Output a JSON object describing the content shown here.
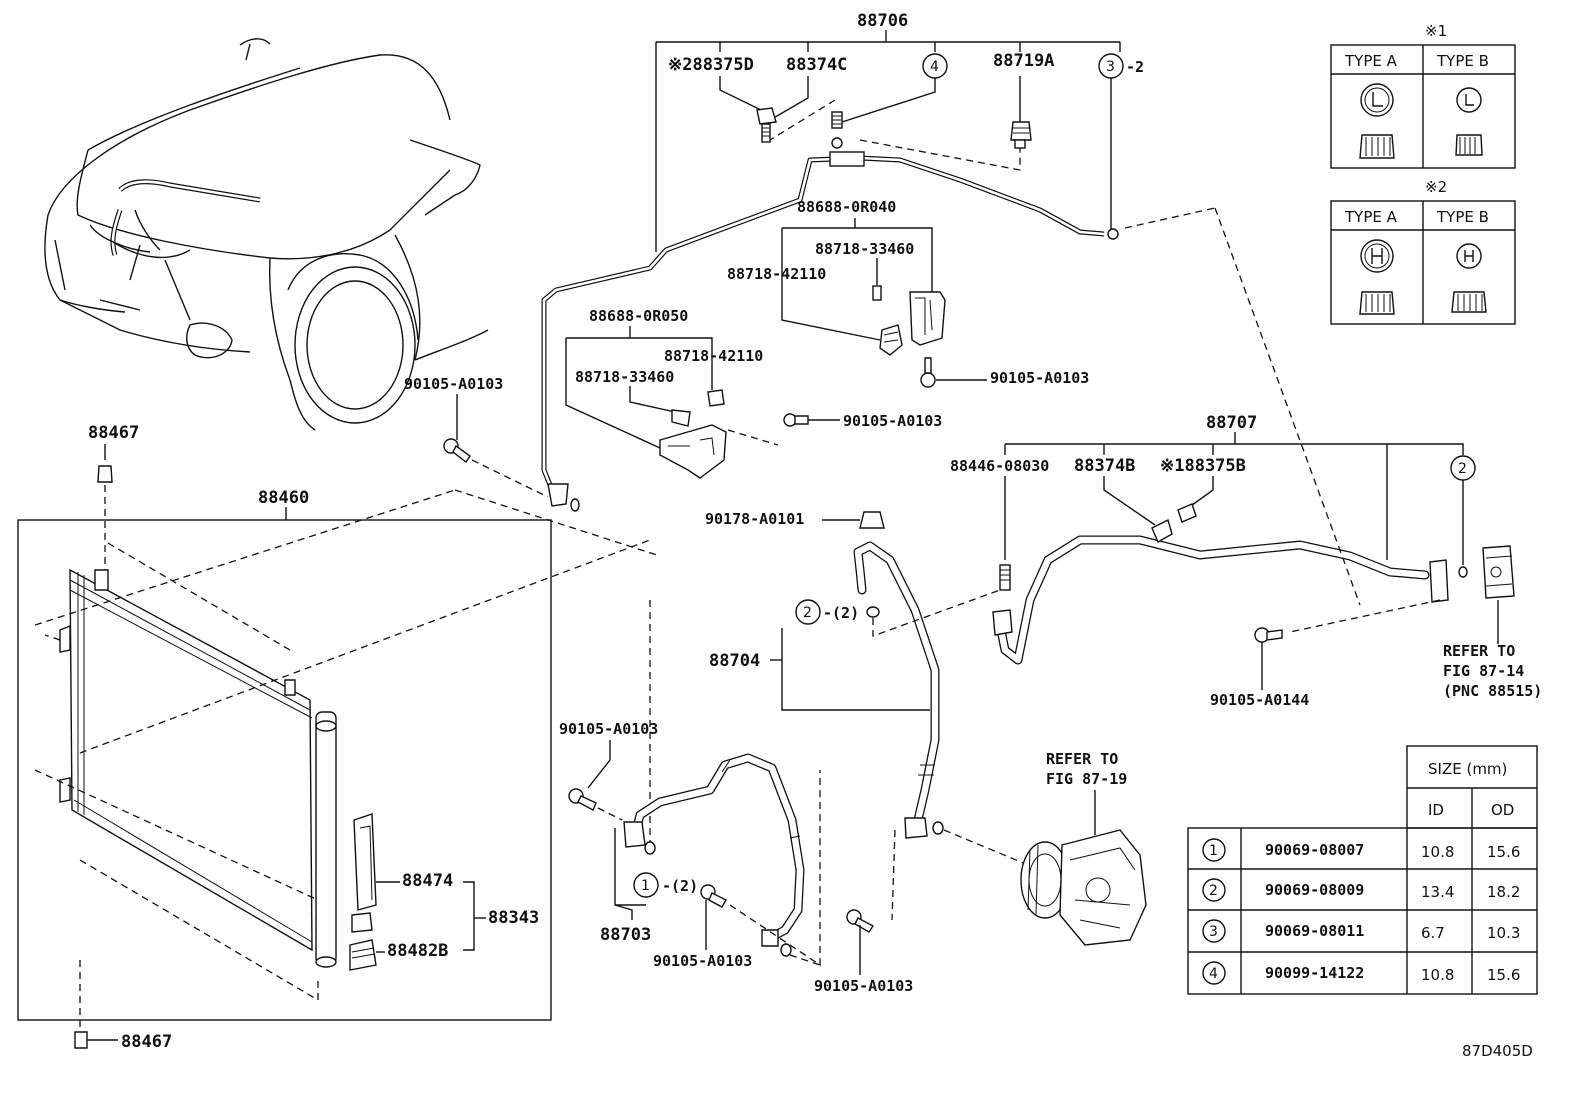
{
  "labels": {
    "p88706": "88706",
    "p88375D": "※288375D",
    "p88374C": "88374C",
    "p88719A": "88719A",
    "c4_top": "4",
    "c3_top": "3",
    "c3_top_qty": "-2",
    "p88688_0R040": "88688-0R040",
    "p88718_33460_a": "88718-33460",
    "p88718_42110_a": "88718-42110",
    "p90105_A0103_a": "90105-A0103",
    "p88688_0R050": "88688-0R050",
    "p88718_42110_b": "88718-42110",
    "p88718_33460_b": "88718-33460",
    "p90105_A0103_b": "90105-A0103",
    "p90105_A0103_c": "90105-A0103",
    "p88467_top": "88467",
    "p88460": "88460",
    "p88707": "88707",
    "p88446_08030": "88446-08030",
    "p88374B": "88374B",
    "p88375B": "※188375B",
    "c2_right": "2",
    "p90178_A0101": "90178-A0101",
    "c2_mid": "2",
    "c2_mid_qty": "-(2)",
    "p88704": "88704",
    "p90105_A0144": "90105-A0144",
    "refer_14_a": "REFER TO",
    "refer_14_b": "FIG 87-14",
    "refer_14_c": "(PNC 88515)",
    "refer_19_a": "REFER TO",
    "refer_19_b": "FIG 87-19",
    "p90105_A0103_d": "90105-A0103",
    "c1_left": "1",
    "c1_left_qty": "-(2)",
    "p88703": "88703",
    "p90105_A0103_e": "90105-A0103",
    "p90105_A0103_f": "90105-A0103",
    "p88474": "88474",
    "p88343": "88343",
    "p88482B": "88482B",
    "p88467_bottom": "88467",
    "fig_code": "87D405D"
  },
  "type_tables": [
    {
      "title": "※1",
      "col_a": "TYPE A",
      "col_b": "TYPE B",
      "icon_a": "L-cap-large",
      "icon_b": "L-cap-small"
    },
    {
      "title": "※2",
      "col_a": "TYPE A",
      "col_b": "TYPE B",
      "icon_a": "H-cap-large",
      "icon_b": "H-cap-small"
    }
  ],
  "size_table": {
    "header": "SIZE (mm)",
    "col_id": "ID",
    "col_od": "OD",
    "rows": [
      {
        "key": "1",
        "part": "90069-08007",
        "id": "10.8",
        "od": "15.6"
      },
      {
        "key": "2",
        "part": "90069-08009",
        "id": "13.4",
        "od": "18.2"
      },
      {
        "key": "3",
        "part": "90069-08011",
        "id": "6.7",
        "od": "10.3"
      },
      {
        "key": "4",
        "part": "90099-14122",
        "id": "10.8",
        "od": "15.6"
      }
    ]
  }
}
